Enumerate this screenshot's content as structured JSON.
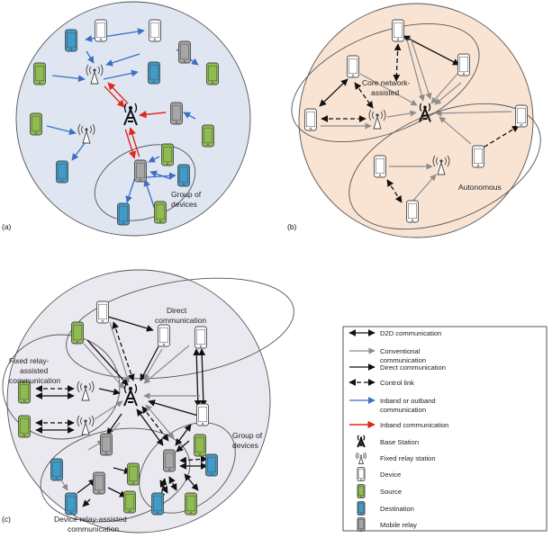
{
  "panels": {
    "a": "(a)",
    "b": "(b)",
    "c": "(c)"
  },
  "labels": {
    "group_of_devices_a": [
      "Group of",
      "devices"
    ],
    "core_network_assisted": [
      "Core network-",
      "assisted"
    ],
    "autonomous": "Autonomous",
    "direct_communication": [
      "Direct",
      "communication"
    ],
    "fixed_relay_assisted": [
      "Fixed relay-",
      "assisted",
      "communication"
    ],
    "group_of_devices_c": [
      "Group of",
      "devices"
    ],
    "device_relay_assisted": [
      "Device relay-assisted",
      "communication"
    ]
  },
  "legend": [
    {
      "key": "d2d",
      "label": [
        "D2D communication"
      ]
    },
    {
      "key": "conventional",
      "label": [
        "Conventional",
        "communication"
      ]
    },
    {
      "key": "direct",
      "label": [
        "Direct communication"
      ]
    },
    {
      "key": "control",
      "label": [
        "Control link"
      ]
    },
    {
      "key": "inband_outband",
      "label": [
        "Inband or outband",
        "communication"
      ]
    },
    {
      "key": "inband",
      "label": [
        "Inband communication"
      ]
    },
    {
      "key": "base_station",
      "label": [
        "Base Station"
      ]
    },
    {
      "key": "fixed_relay",
      "label": [
        "Fixed relay station"
      ]
    },
    {
      "key": "device",
      "label": [
        "Device"
      ]
    },
    {
      "key": "source",
      "label": [
        "Source"
      ]
    },
    {
      "key": "destination",
      "label": [
        "Destination"
      ]
    },
    {
      "key": "mobile_relay",
      "label": [
        "Mobile relay"
      ]
    }
  ],
  "colors": {
    "panel_a_bg": "#dfe6f1",
    "panel_b_bg": "#f9e4d4",
    "panel_c_bg": "#ebe9f0",
    "source": "#8fbc4f",
    "destination": "#3f9bc9",
    "mobile_relay": "#a6a6a6",
    "device": "#ffffff",
    "blue_arrow": "#3a6fc4",
    "red_arrow": "#e0271c",
    "gray_arrow": "#8c8c8c",
    "black_arrow": "#111111"
  }
}
